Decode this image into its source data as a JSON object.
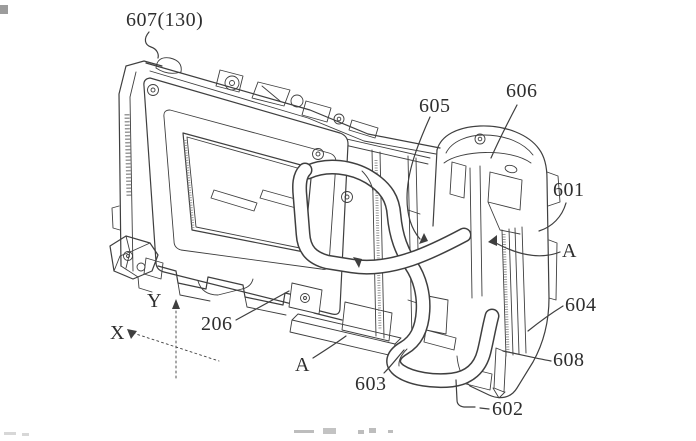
{
  "figure": {
    "colors": {
      "background": "#ffffff",
      "ink": "#3f3f3f",
      "label_text": "#2e2e2e"
    },
    "labels": {
      "ref_607_130": "607(130)",
      "ref_605": "605",
      "ref_606": "606",
      "ref_601": "601",
      "ref_604": "604",
      "ref_608": "608",
      "ref_602": "602",
      "ref_603": "603",
      "ref_206": "206",
      "section_a_right": "A",
      "section_a_bottom": "A",
      "axis_x": "X",
      "axis_y": "Y"
    }
  }
}
